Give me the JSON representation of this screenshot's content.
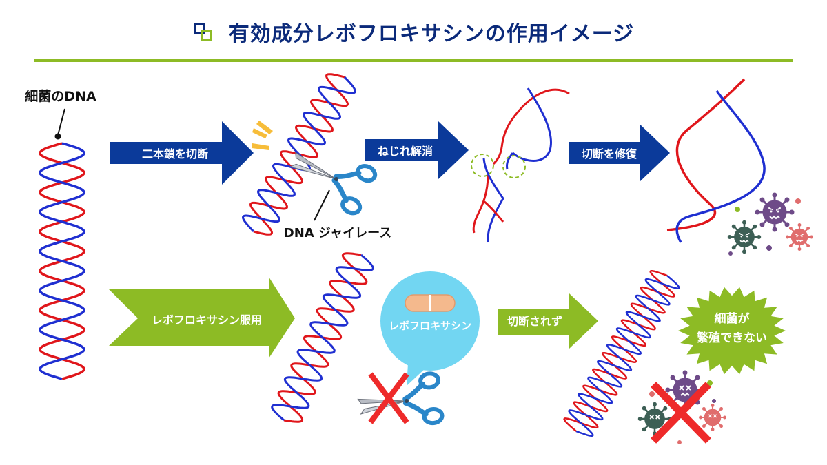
{
  "title": "有効成分レボフロキサシンの作用イメージ",
  "labels": {
    "bacteria_dna": "細菌のDNA",
    "dna_gyrase": "DNA ジャイレース",
    "pill_bubble": "レボフロキサシン",
    "cannot_multiply_line1": "細菌が",
    "cannot_multiply_line2": "繁殖できない"
  },
  "arrows": {
    "cut_double_strand": "二本鎖を切断",
    "untwist": "ねじれ解消",
    "repair_cut": "切断を修復",
    "take_levofloxacin": "レボフロキサシン服用",
    "not_cut": "切断されず"
  },
  "colors": {
    "dna_red": "#e0161b",
    "dna_blue": "#1f2fd1",
    "arrow_blue": "#0b3a9a",
    "arrow_green": "#8dbb25",
    "title_navy": "#0b2a7a",
    "bubble_cyan": "#72d6f2",
    "cross_red": "#ee2a2a"
  },
  "icons": [
    "scissors-icon",
    "pill-icon",
    "virus-icon",
    "cross-mark-icon",
    "spark-icon",
    "dashed-circle-icon"
  ]
}
